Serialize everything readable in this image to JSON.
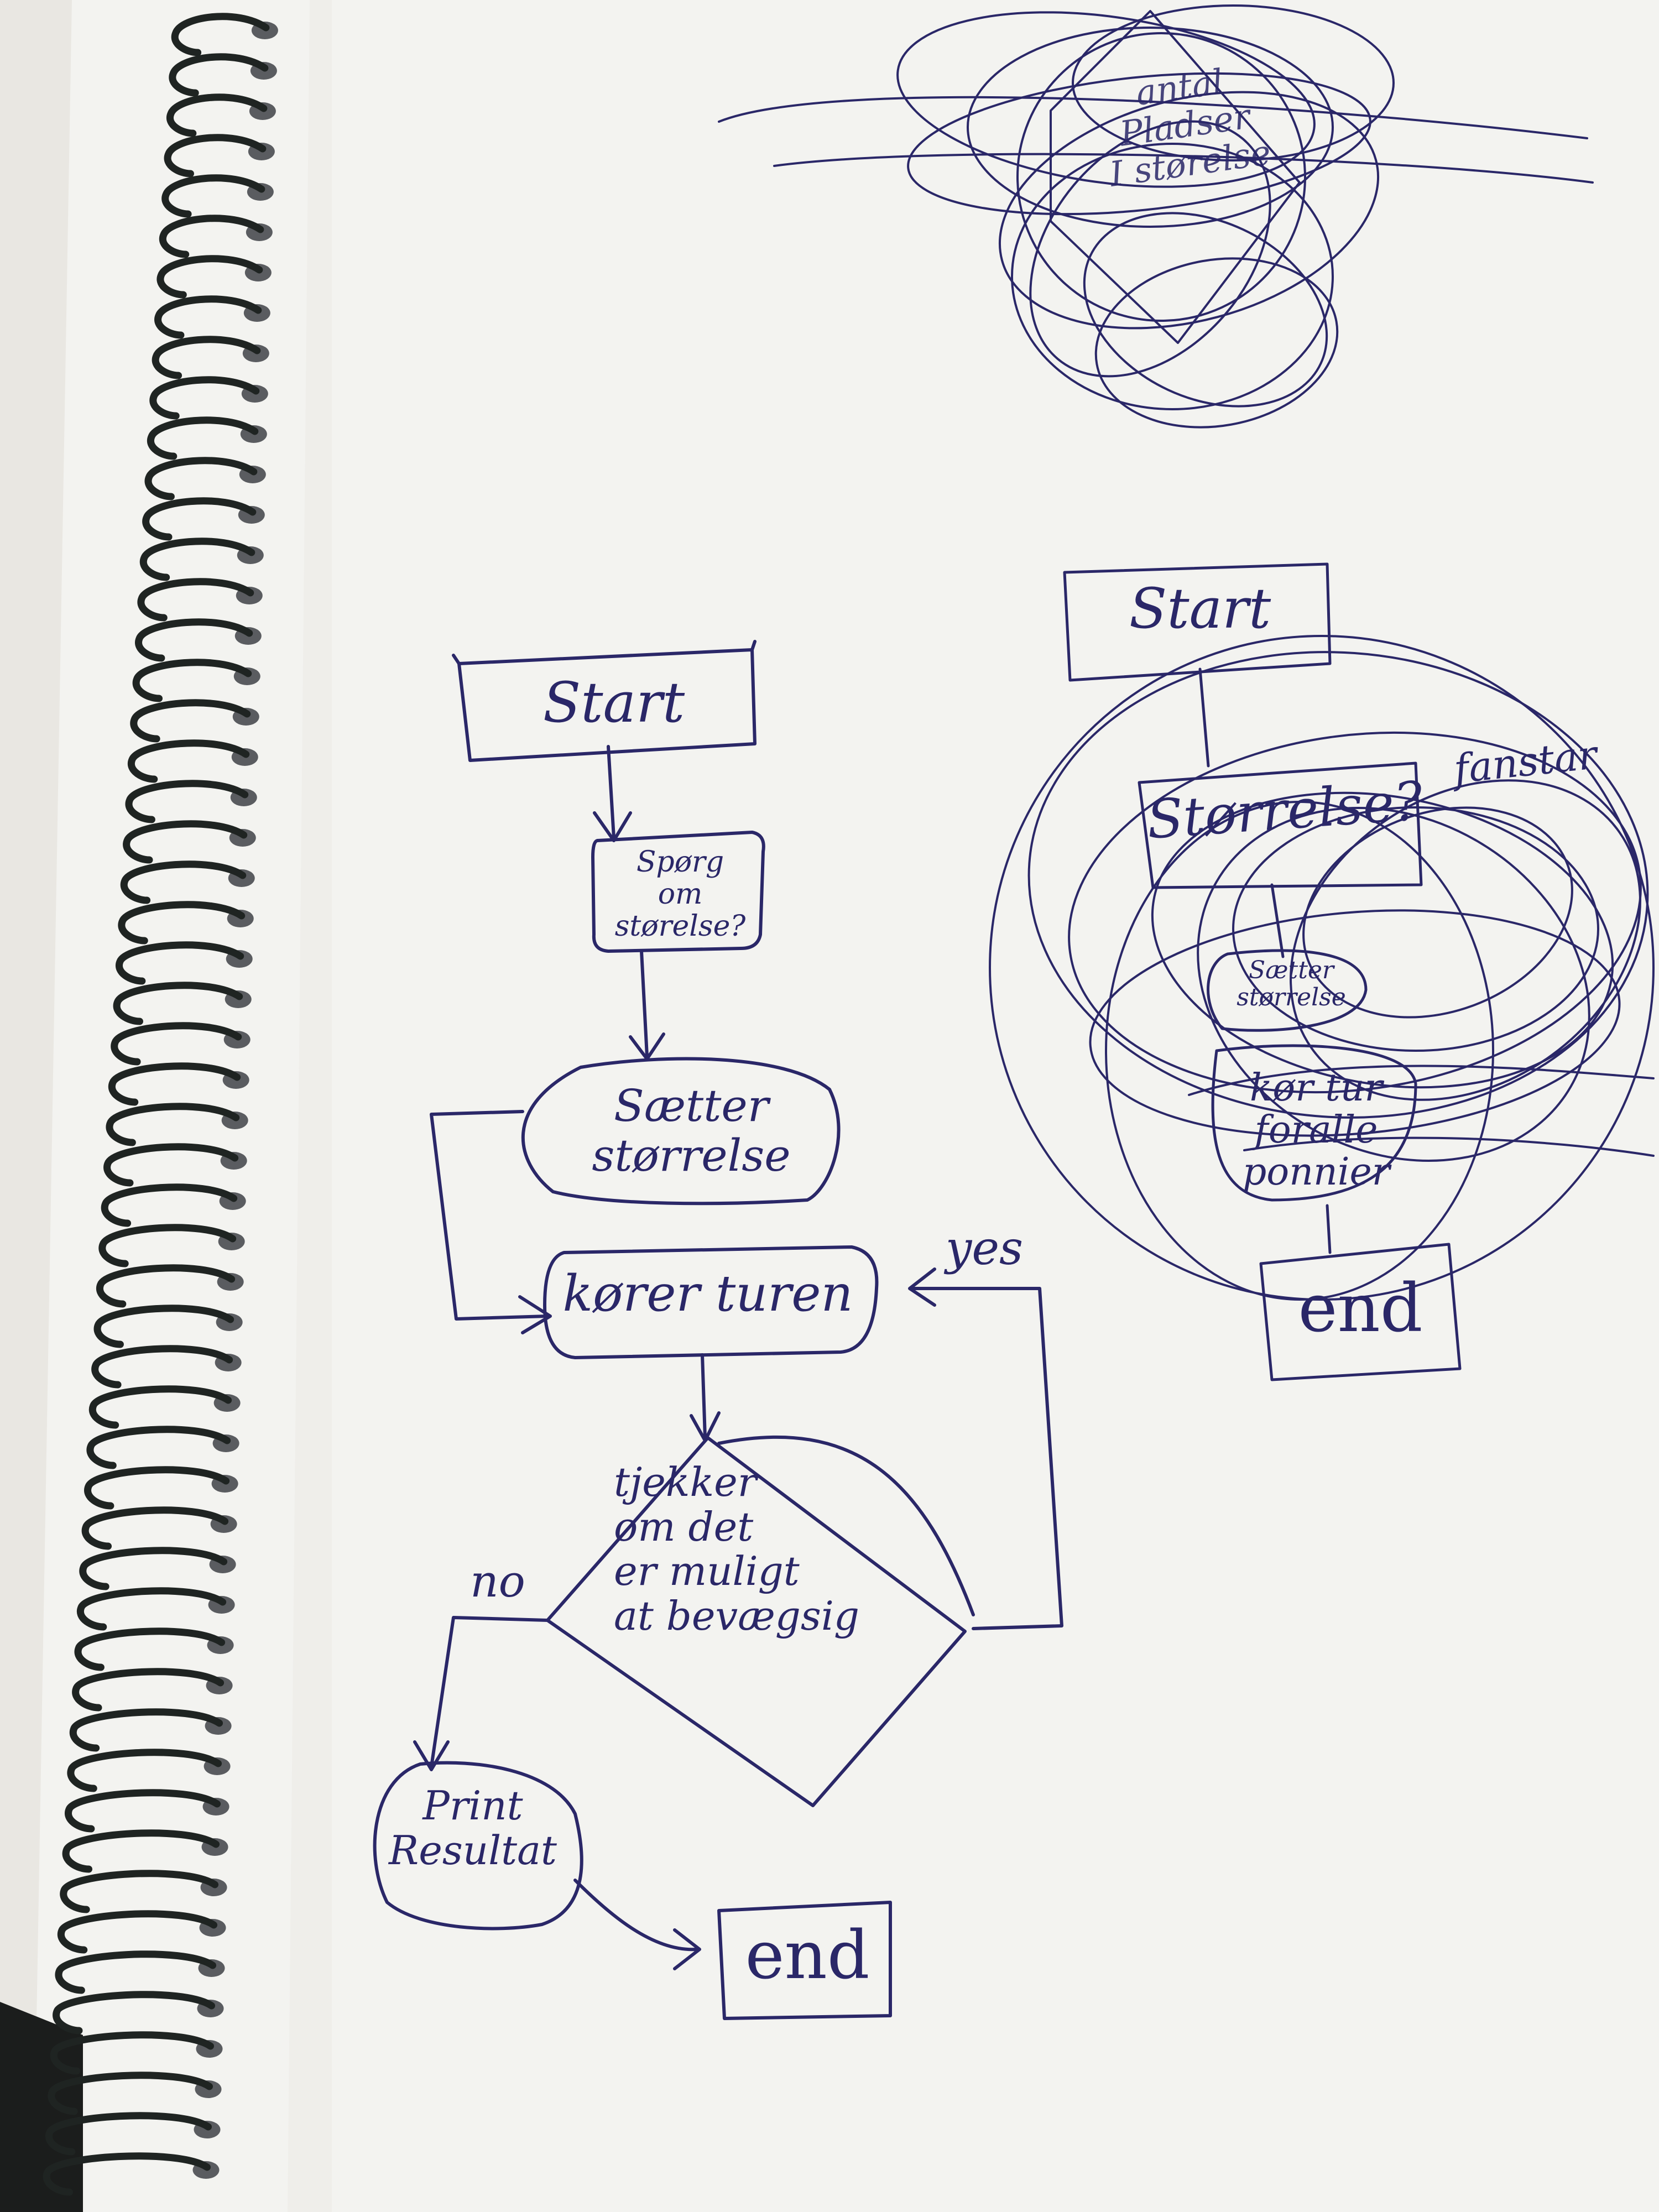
{
  "colors": {
    "ink": "#2a2768",
    "paper": "#f3f3f0",
    "paper_shadow": "#e6e5e1",
    "spiral": "#1f2422",
    "desk": "#1b1d1c"
  },
  "scribble_top": {
    "text": "antal\nPladser\nI størelse"
  },
  "main_flow": {
    "start": "Start",
    "ask": "Spørg\nom størelse?",
    "set_size": "Sætter\nstørrelse",
    "run": "kører turen",
    "check": "tjekker\nom det\ner muligt\nat bevægsig",
    "yes": "yes",
    "no": "no",
    "print": "Print\nResultat",
    "end": "end"
  },
  "side_flow": {
    "start": "Start",
    "size": "Størrelse?",
    "extra": "fanstar",
    "set": "Sætter\nstørrelse",
    "run": "kør tur\nforalle\nponnier",
    "end": "end"
  }
}
